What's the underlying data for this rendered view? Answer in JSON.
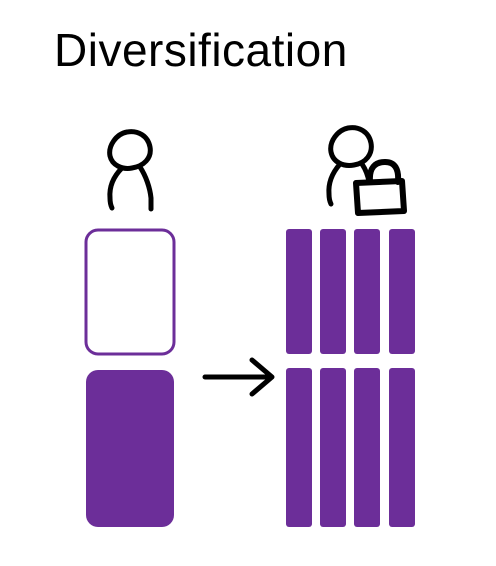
{
  "title": "Diversification",
  "colors": {
    "accent": "#6C2E99",
    "ink": "#000000",
    "background": "#FFFFFF"
  },
  "icons": {
    "left_person": "person-icon",
    "right_person": "person-icon",
    "lock": "lock-icon",
    "arrow": "right-arrow-icon"
  },
  "left_stack": {
    "blocks": [
      "outline",
      "filled"
    ]
  },
  "right_stack": {
    "rows": 2,
    "columns": 4,
    "style": "filled"
  }
}
